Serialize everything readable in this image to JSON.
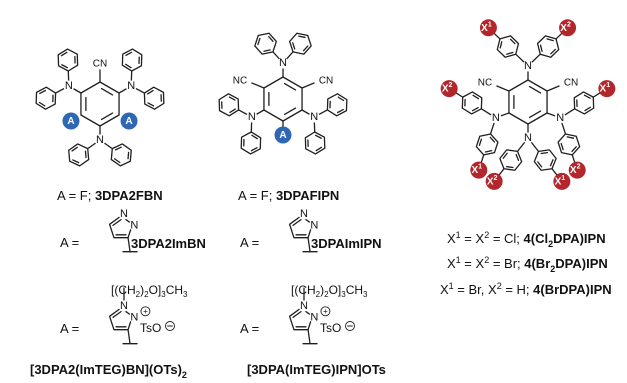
{
  "colors": {
    "blue": "#2f67b4",
    "red": "#b3262b",
    "bond": "#1f1f1f",
    "text": "#111111"
  },
  "atoms": {
    "cn": "CN",
    "nc": "NC",
    "n": "N",
    "a": "A",
    "x1": "X1",
    "x2": "X2"
  },
  "compounds": {
    "c1": {
      "prefix": "A = F; ",
      "name": "3DPA2FBN"
    },
    "c2": {
      "prefix": "A = F; ",
      "name": "3DPAFIPN"
    },
    "c3": {
      "prefix": "X1 = X2 = Cl; ",
      "name": "4(Cl2DPA)IPN"
    },
    "c4": {
      "prefix": "X1 = X2 = Br; ",
      "name": "4(Br2DPA)IPN"
    },
    "c5": {
      "prefix": "X1 = Br, X2 = H; ",
      "name": "4(BrDPA)IPN"
    },
    "c6": {
      "prefix": "A =",
      "name": "3DPA2ImBN"
    },
    "c7": {
      "prefix": "A =",
      "name": "3DPAImIPN"
    },
    "c8": {
      "prefix": "A =",
      "chain": "[(CH2)2O]3CH3",
      "anion": "TsO",
      "name": "[3DPA2(ImTEG)BN](OTs)2"
    },
    "c9": {
      "prefix": "A =",
      "chain": "[(CH2)2O]3CH3",
      "anion": "TsO",
      "name": "[3DPA(ImTEG)IPN]OTs"
    }
  }
}
